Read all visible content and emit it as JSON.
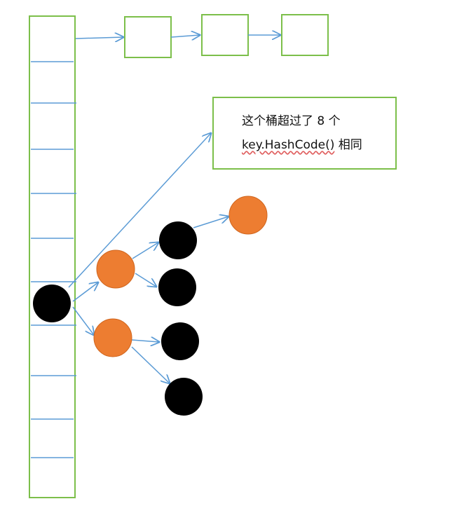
{
  "note": {
    "line1": "这个桶超过了 8 个",
    "line2_code": "key.HashCode()",
    "line2_rest": " 相同"
  },
  "colors": {
    "box_border": "#7cbf4a",
    "divider": "#5b9bd5",
    "arrow": "#5b9bd5",
    "node_black": "#000000",
    "node_orange": "#ed7d31"
  }
}
